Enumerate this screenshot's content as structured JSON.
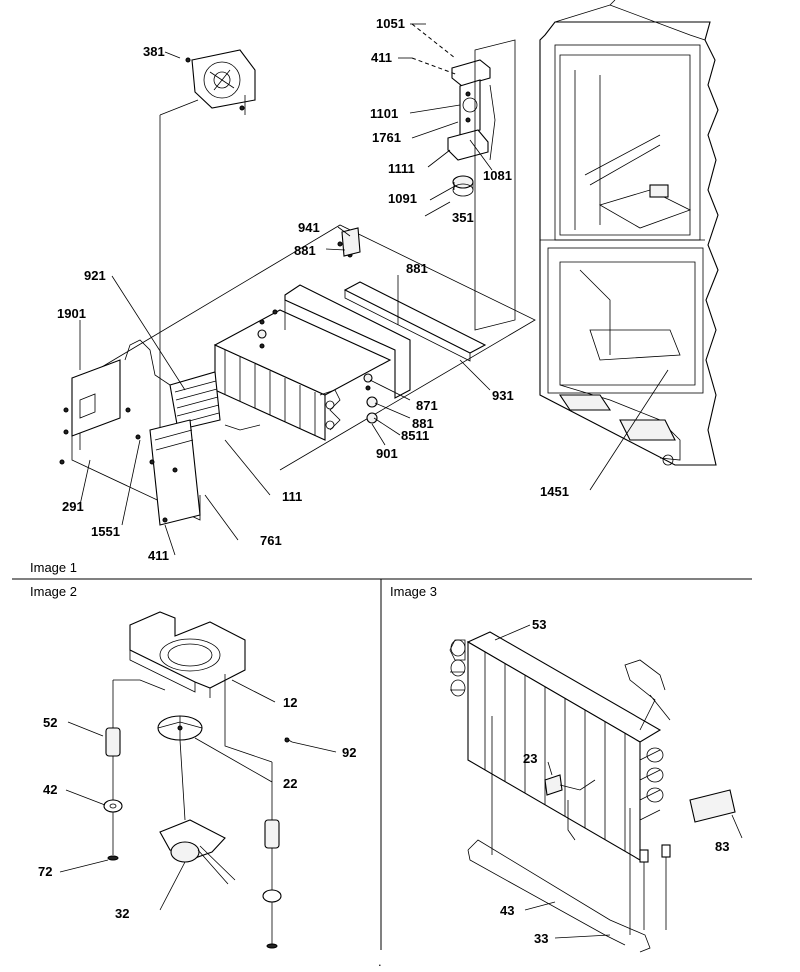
{
  "panels": [
    {
      "caption": "Image 1"
    },
    {
      "caption": "Image 2"
    },
    {
      "caption": "Image 3"
    }
  ],
  "callouts": {
    "image1": [
      "381",
      "1051",
      "411",
      "1101",
      "1761",
      "1111",
      "1091",
      "1081",
      "351",
      "941",
      "881",
      "921",
      "881",
      "1901",
      "871",
      "931",
      "881",
      "8511",
      "901",
      "111",
      "291",
      "1551",
      "761",
      "411",
      "1451"
    ],
    "image2": [
      "52",
      "12",
      "92",
      "42",
      "22",
      "72",
      "32"
    ],
    "image3": [
      "53",
      "23",
      "83",
      "43",
      "33"
    ]
  }
}
